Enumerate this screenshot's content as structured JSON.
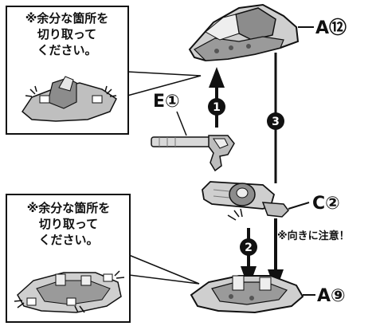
{
  "callout_top": {
    "lines": [
      "※余分な箇所を",
      "切り取って",
      "ください。"
    ]
  },
  "callout_bottom": {
    "lines": [
      "※余分な箇所を",
      "切り取って",
      "ください。"
    ]
  },
  "part_labels": {
    "top_part": "A⑫",
    "arm_part": "E①",
    "middle_part": "C②",
    "bottom_part": "A⑨"
  },
  "steps": [
    "1",
    "2",
    "3"
  ],
  "orientation_note": "※向きに注意！"
}
